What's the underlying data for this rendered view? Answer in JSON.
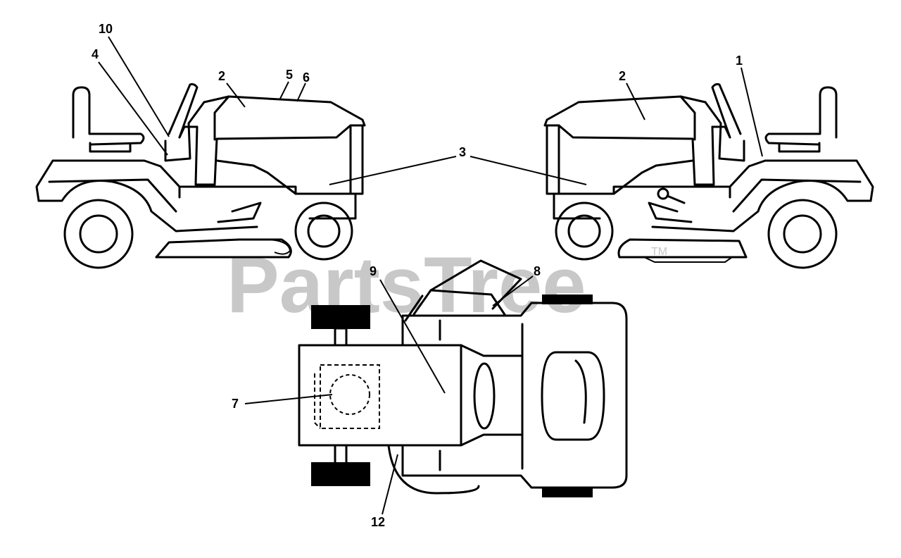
{
  "watermark": {
    "text": "PartsTree",
    "trademark": "TM",
    "color": "#c8c8c8"
  },
  "callouts": [
    {
      "id": "c10",
      "label": "10"
    },
    {
      "id": "c4",
      "label": "4"
    },
    {
      "id": "c2a",
      "label": "2"
    },
    {
      "id": "c5",
      "label": "5"
    },
    {
      "id": "c6",
      "label": "6"
    },
    {
      "id": "c2b",
      "label": "2"
    },
    {
      "id": "c1",
      "label": "1"
    },
    {
      "id": "c3",
      "label": "3"
    },
    {
      "id": "c9",
      "label": "9"
    },
    {
      "id": "c8",
      "label": "8"
    },
    {
      "id": "c7",
      "label": "7"
    },
    {
      "id": "c12",
      "label": "12"
    }
  ]
}
